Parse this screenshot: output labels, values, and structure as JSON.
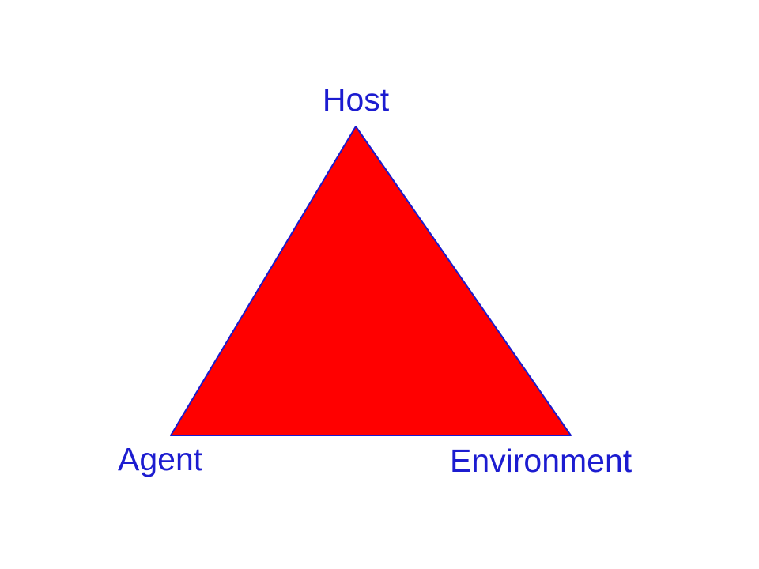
{
  "diagram": {
    "type": "triangle",
    "fill_color": "#ff0000",
    "stroke_color": "#1a1acc",
    "label_color": "#1c1cd0",
    "vertices": {
      "top": {
        "label": "Host"
      },
      "bottom_left": {
        "label": "Agent"
      },
      "bottom_right": {
        "label": "Environment"
      }
    }
  }
}
